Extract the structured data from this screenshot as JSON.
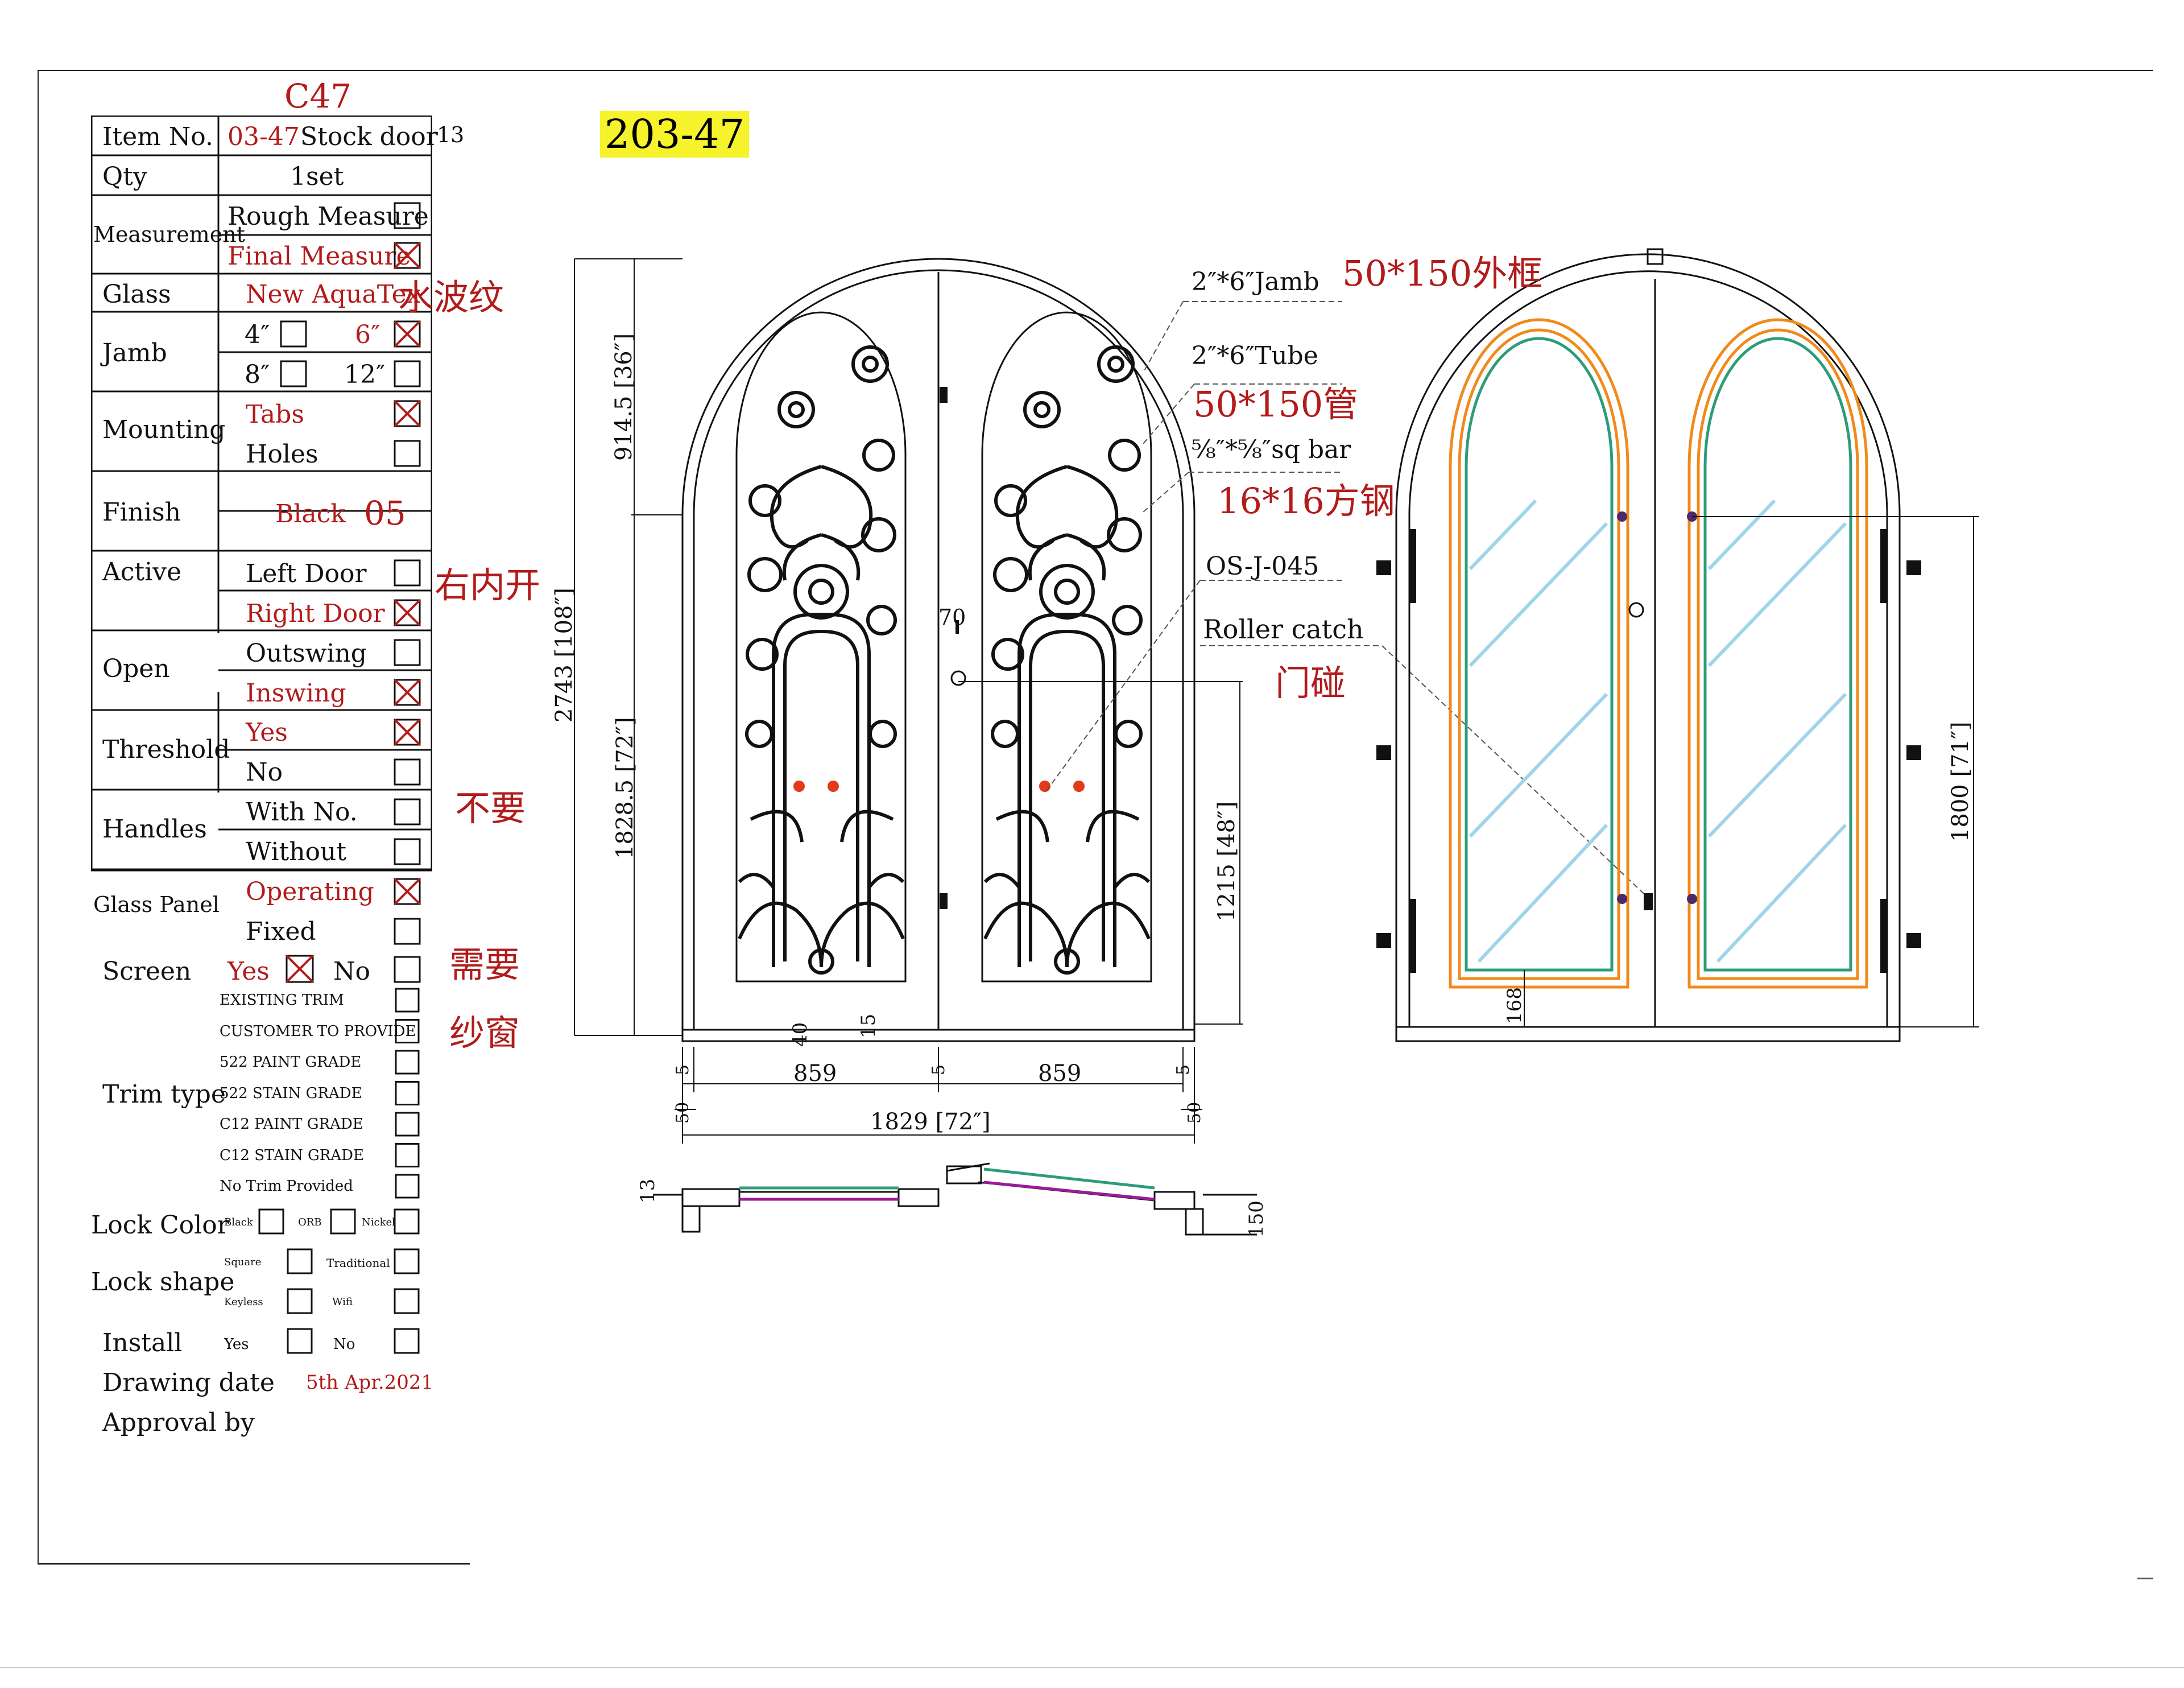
{
  "sheet": {
    "code": "C47",
    "model_tag": "203-47",
    "colors": {
      "red": "#b21b1b",
      "tag": "#f6f22b",
      "frame_orange": "#f08a1c",
      "glass_green": "#2d9c7a",
      "glass_blue": "#9fd4ec",
      "hardware_red": "#e23a1a"
    }
  },
  "spec": {
    "item_no": {
      "label": "Item No.",
      "code": "03-47",
      "text": "Stock door",
      "suffix": "13"
    },
    "qty": {
      "label": "Qty",
      "value": "1set"
    },
    "measurement": {
      "label": "Measurement",
      "rough": "Rough Measure",
      "final": "Final Measure",
      "rough_checked": false,
      "final_checked": true
    },
    "glass": {
      "label": "Glass",
      "value": "New AquaTex"
    },
    "jamb": {
      "label": "Jamb",
      "o4": "4″",
      "o6": "6″",
      "o8": "8″",
      "o12": "12″",
      "checked": "6″"
    },
    "mounting": {
      "label": "Mounting",
      "tabs": "Tabs",
      "holes": "Holes",
      "checked": "Tabs"
    },
    "finish": {
      "label": "Finish",
      "value": "Black",
      "code": "05"
    },
    "active": {
      "label": "Active",
      "left": "Left Door",
      "right": "Right Door",
      "checked": "Right Door"
    },
    "open": {
      "label": "Open",
      "outswing": "Outswing",
      "inswing": "Inswing",
      "checked": "Inswing"
    },
    "threshold": {
      "label": "Threshold",
      "yes": "Yes",
      "no": "No",
      "checked": "Yes"
    },
    "handles": {
      "label": "Handles",
      "with": "With No.",
      "without": "Without",
      "checked": "none"
    },
    "glass_panel": {
      "label": "Glass Panel",
      "operating": "Operating",
      "fixed": "Fixed",
      "checked": "Operating"
    },
    "screen": {
      "label": "Screen",
      "yes": "Yes",
      "no": "No",
      "checked": "Yes"
    },
    "trim": {
      "label": "Trim type",
      "options": [
        "EXISTING TRIM",
        "CUSTOMER TO PROVIDE",
        "522 PAINT GRADE",
        "522 STAIN GRADE",
        "C12 PAINT GRADE",
        "C12 STAIN GRADE",
        "No Trim Provided"
      ]
    },
    "lock_color": {
      "label": "Lock Color",
      "black": "Black",
      "orb": "ORB",
      "nickel": "Nickel"
    },
    "lock_shape": {
      "label": "Lock shape",
      "square": "Square",
      "traditional": "Traditional",
      "keyless": "Keyless",
      "wifi": "Wifi"
    },
    "install": {
      "label": "Install",
      "yes": "Yes",
      "no": "No"
    },
    "drawing_date": {
      "label": "Drawing date",
      "value": "5th Apr.2021"
    },
    "approval": {
      "label": "Approval by"
    }
  },
  "notes": {
    "glass_cn": "水波纹",
    "active_cn": "右内开",
    "handles_cn": "不要",
    "screen_cn1": "需要",
    "screen_cn2": "纱窗",
    "jamb_cn": "50*150外框",
    "tube_cn": "50*150管",
    "bar_cn": "16*16方钢",
    "catch_cn": "门碰"
  },
  "callouts": {
    "jamb": "2″*6″Jamb",
    "tube": "2″*6″Tube",
    "bar": "⅝″*⅝″sq bar",
    "lock": "OS-J-045",
    "catch": "Roller catch"
  },
  "dims": {
    "arch": "914.5 [36″]",
    "total_h": "2743 [108″]",
    "lower": "1828.5 [72″]",
    "handle_h": "1215 [48″]",
    "handle_off": "70",
    "leaf_w": "859",
    "total_w": "1829 [72″]",
    "side": "50",
    "gap": "5",
    "sill": "40",
    "sill2": "15",
    "glass_h": "1800 [71″]",
    "glass_b": "168",
    "sec_a": "13",
    "sec_b": "150"
  }
}
